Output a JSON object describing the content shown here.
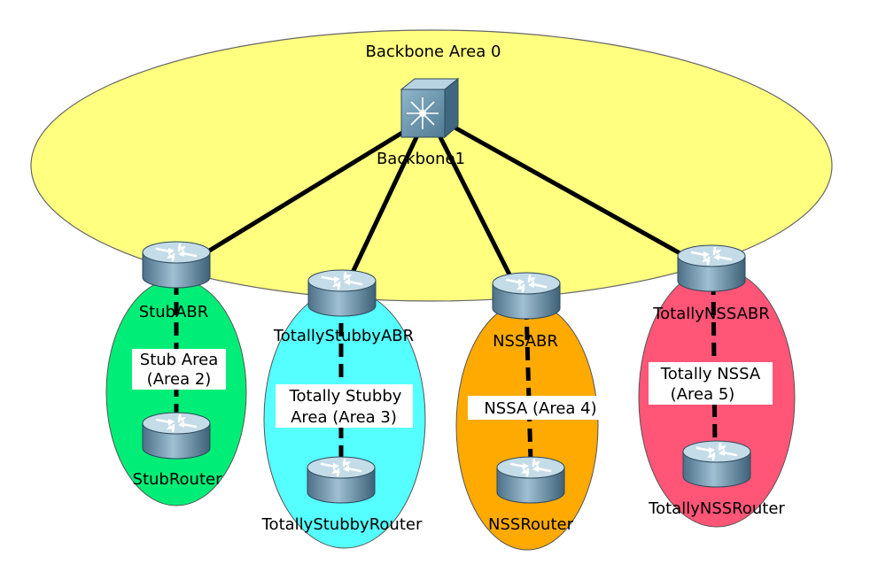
{
  "colors": {
    "backbone": "#ffff80",
    "stub": "#00ee77",
    "totally_stubby": "#55ffff",
    "nssa": "#ffaa00",
    "totally_nssa": "#ff5577",
    "link": "#000000"
  },
  "backbone": {
    "title": "Backbone Area 0",
    "switch_label": "Backbone1",
    "switch_icon": "multilayer-switch-icon"
  },
  "areas": [
    {
      "id": "stub",
      "abr_label": "StubABR",
      "area_label_line1": "Stub Area",
      "area_label_line2": "(Area 2)",
      "router_label": "StubRouter"
    },
    {
      "id": "totally-stubby",
      "abr_label": "TotallyStubbyABR",
      "area_label_line1": "Totally Stubby",
      "area_label_line2": "Area (Area 3)",
      "router_label": "TotallyStubbyRouter"
    },
    {
      "id": "nssa",
      "abr_label": "NSSABR",
      "area_label_line1": "NSSA (Area 4)",
      "area_label_line2": "",
      "router_label": "NSSRouter"
    },
    {
      "id": "totally-nssa",
      "abr_label": "TotallyNSSABR",
      "area_label_line1": "Totally NSSA",
      "area_label_line2": "(Area 5)",
      "router_label": "TotallyNSSRouter"
    }
  ],
  "router_icon": "router-icon"
}
